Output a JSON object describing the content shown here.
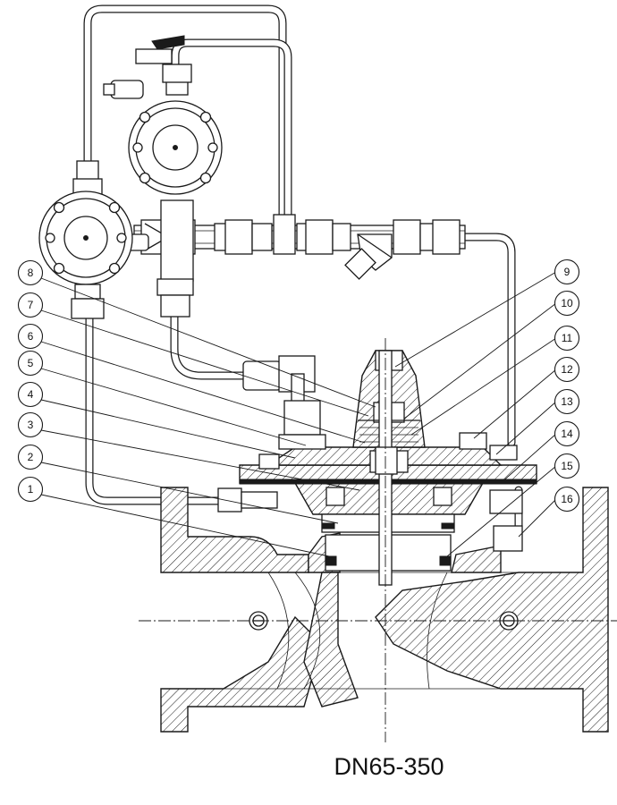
{
  "caption": "DN65-350",
  "callouts": [
    "1",
    "2",
    "3",
    "4",
    "5",
    "6",
    "7",
    "8",
    "9",
    "10",
    "11",
    "12",
    "13",
    "14",
    "15",
    "16"
  ]
}
